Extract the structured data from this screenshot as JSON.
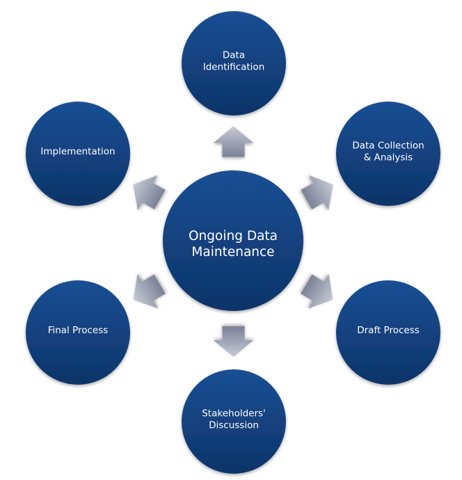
{
  "diagram": {
    "type": "radial-cycle",
    "colors": {
      "circle_top": "#1a4f94",
      "circle_bottom": "#0d3469",
      "arrow_light": "#c6cad6",
      "arrow_dark": "#7b8196",
      "text": "#ffffff"
    },
    "center": {
      "lines": [
        "Ongoing Data",
        "Maintenance"
      ]
    },
    "nodes": [
      {
        "id": "data-identification",
        "lines": [
          "Data",
          "Identification"
        ],
        "arrow_direction": "outward"
      },
      {
        "id": "data-collection-analysis",
        "lines": [
          "Data Collection",
          "& Analysis"
        ],
        "arrow_direction": "outward"
      },
      {
        "id": "draft-process",
        "lines": [
          "Draft Process"
        ],
        "arrow_direction": "outward"
      },
      {
        "id": "stakeholders-discussion",
        "lines": [
          "Stakeholders'",
          "Discussion"
        ],
        "arrow_direction": "outward"
      },
      {
        "id": "final-process",
        "lines": [
          "Final Process"
        ],
        "arrow_direction": "outward"
      },
      {
        "id": "implementation",
        "lines": [
          "Implementation"
        ],
        "arrow_direction": "outward"
      }
    ]
  }
}
